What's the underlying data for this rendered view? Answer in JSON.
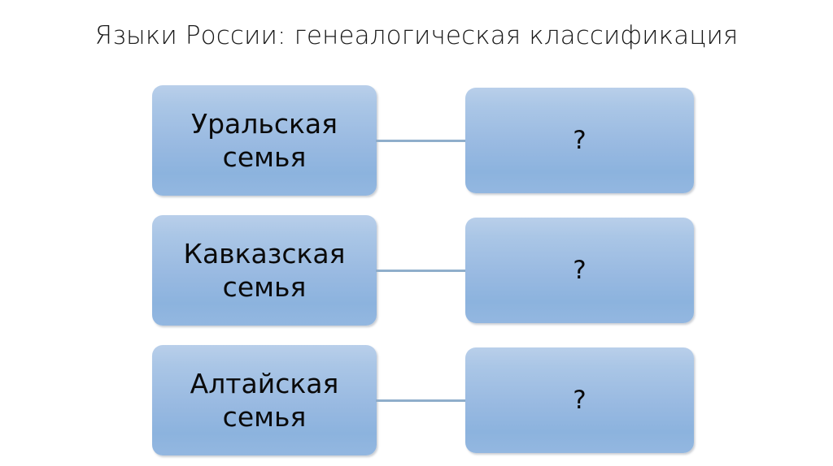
{
  "slide": {
    "title": "Языки России: генеалогическая классификация",
    "background_color": "#ffffff",
    "node_fill_top": "#b9cfea",
    "node_fill_bottom": "#8cb3de",
    "connector_color": "#8faecb",
    "text_color": "#0a0a0a"
  },
  "diagram": {
    "rows": [
      {
        "left": {
          "line1": "Уральская",
          "line2": "семья"
        },
        "right": {
          "label": "?"
        },
        "connector": true
      },
      {
        "left": {
          "line1": "Кавказская",
          "line2": "семья"
        },
        "right": {
          "label": "?"
        },
        "connector": true
      },
      {
        "left": {
          "line1": "Алтайская",
          "line2": "семья"
        },
        "right": {
          "label": "?"
        },
        "connector": true
      }
    ]
  }
}
